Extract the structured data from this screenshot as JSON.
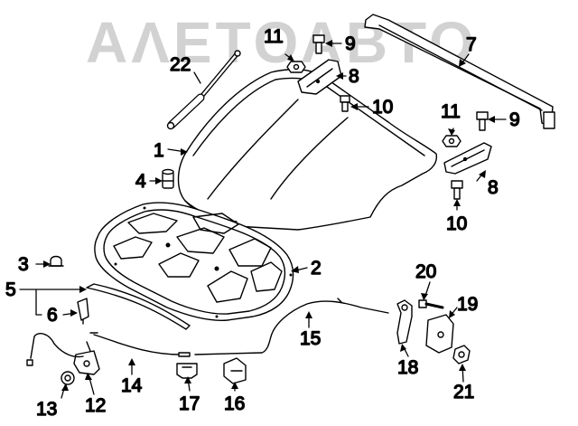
{
  "watermark": "ΑΛΕΤΟΑΒΤΟ",
  "callouts": [
    {
      "id": "c1",
      "label": "1"
    },
    {
      "id": "c2",
      "label": "2"
    },
    {
      "id": "c3",
      "label": "3"
    },
    {
      "id": "c4",
      "label": "4"
    },
    {
      "id": "c5",
      "label": "5"
    },
    {
      "id": "c6",
      "label": "6"
    },
    {
      "id": "c7",
      "label": "7"
    },
    {
      "id": "c8a",
      "label": "8"
    },
    {
      "id": "c8b",
      "label": "8"
    },
    {
      "id": "c9a",
      "label": "9"
    },
    {
      "id": "c9b",
      "label": "9"
    },
    {
      "id": "c10a",
      "label": "10"
    },
    {
      "id": "c10b",
      "label": "10"
    },
    {
      "id": "c11a",
      "label": "11"
    },
    {
      "id": "c11b",
      "label": "11"
    },
    {
      "id": "c12",
      "label": "12"
    },
    {
      "id": "c13",
      "label": "13"
    },
    {
      "id": "c14",
      "label": "14"
    },
    {
      "id": "c15",
      "label": "15"
    },
    {
      "id": "c16",
      "label": "16"
    },
    {
      "id": "c17",
      "label": "17"
    },
    {
      "id": "c18",
      "label": "18"
    },
    {
      "id": "c19",
      "label": "19"
    },
    {
      "id": "c20",
      "label": "20"
    },
    {
      "id": "c21",
      "label": "21"
    },
    {
      "id": "c22",
      "label": "22"
    }
  ],
  "colors": {
    "line": "#000000",
    "fill": "#ffffff",
    "watermark": "#d2d2d2"
  }
}
